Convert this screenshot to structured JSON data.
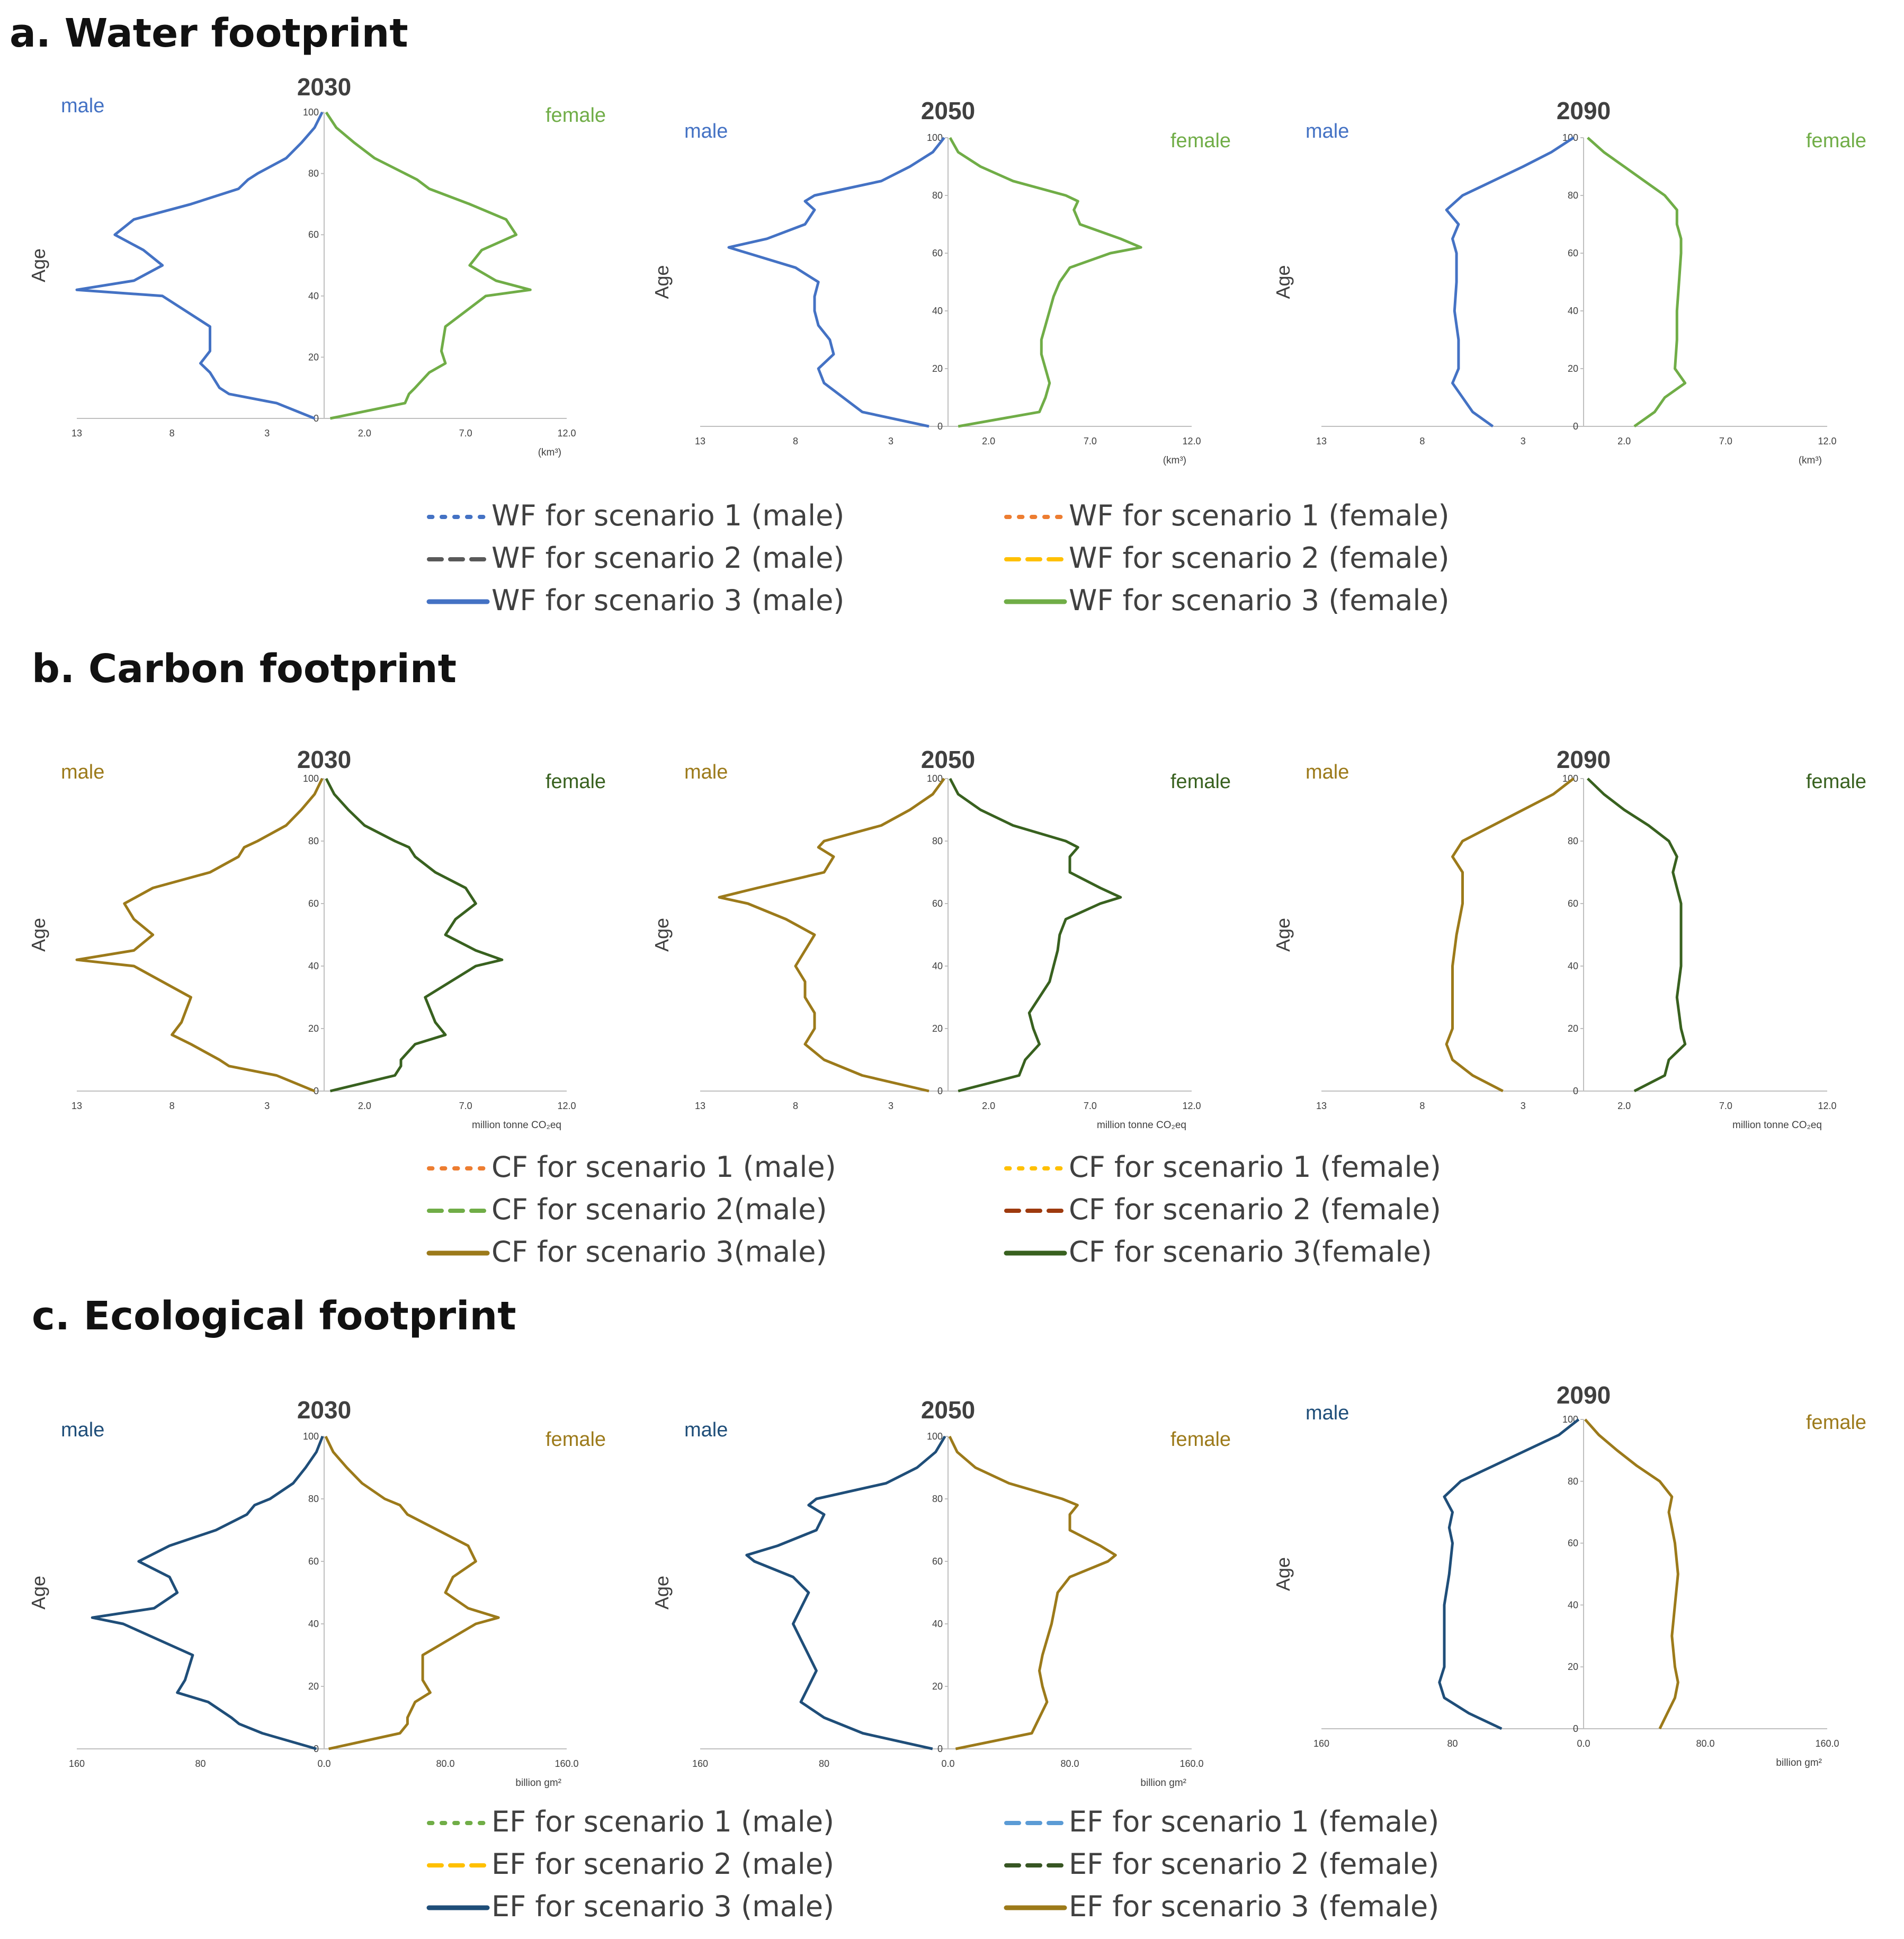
{
  "sections": [
    {
      "id": "water",
      "title": "a. Water footprint",
      "unit": "(km³)",
      "male_label": "male",
      "female_label": "female",
      "male_label_color": "#4472C4",
      "female_label_color": "#70AD47",
      "x_ticks_male": [
        "13",
        "8",
        "3"
      ],
      "x_ticks_female": [
        "2.0",
        "7.0",
        "12.0"
      ],
      "y_ticks": [
        "0",
        "20",
        "40",
        "60",
        "80",
        "100"
      ],
      "age_label": "Age",
      "legend": [
        {
          "label": "WF for scenario 1 (male)",
          "color": "#4472C4",
          "style": "dotted"
        },
        {
          "label": "WF for scenario 1 (female)",
          "color": "#ED7D31",
          "style": "dotted"
        },
        {
          "label": "WF for scenario 2 (male)",
          "color": "#595959",
          "style": "dashed"
        },
        {
          "label": "WF for scenario 2 (female)",
          "color": "#FFC000",
          "style": "dashed"
        },
        {
          "label": "WF for scenario 3 (male)",
          "color": "#4472C4",
          "style": "solid"
        },
        {
          "label": "WF for scenario 3 (female)",
          "color": "#70AD47",
          "style": "solid"
        }
      ]
    },
    {
      "id": "carbon",
      "title": "b. Carbon footprint",
      "unit": "million tonne CO₂eq",
      "male_label": "male",
      "female_label": "female",
      "male_label_color": "#9C7A1A",
      "female_label_color": "#38611F",
      "x_ticks_male": [
        "13",
        "8",
        "3"
      ],
      "x_ticks_female": [
        "2.0",
        "7.0",
        "12.0"
      ],
      "y_ticks": [
        "0",
        "20",
        "40",
        "60",
        "80",
        "100"
      ],
      "age_label": "Age",
      "legend": [
        {
          "label": "CF for scenario 1 (male)",
          "color": "#ED7D31",
          "style": "dotted"
        },
        {
          "label": "CF for scenario 1 (female)",
          "color": "#FFC000",
          "style": "dotted"
        },
        {
          "label": "CF for scenario 2(male)",
          "color": "#70AD47",
          "style": "dashed"
        },
        {
          "label": "CF for scenario 2 (female)",
          "color": "#9E3A0E",
          "style": "dashed"
        },
        {
          "label": "CF for scenario 3(male)",
          "color": "#9C7A1A",
          "style": "solid"
        },
        {
          "label": "CF for scenario 3(female)",
          "color": "#38611F",
          "style": "solid"
        }
      ]
    },
    {
      "id": "eco",
      "title": "c. Ecological footprint",
      "unit": "billion gm²",
      "male_label": "male",
      "female_label": "female",
      "male_label_color": "#1F4E79",
      "female_label_color": "#9C7A1A",
      "x_ticks_male": [
        "160",
        "80"
      ],
      "x_ticks_center": "0.0",
      "x_ticks_female": [
        "80.0",
        "160.0"
      ],
      "y_ticks": [
        "0",
        "20",
        "40",
        "60",
        "80",
        "100"
      ],
      "age_label": "Age",
      "legend": [
        {
          "label": "EF for scenario 1 (male)",
          "color": "#70AD47",
          "style": "dotted"
        },
        {
          "label": "EF for scenario 1 (female)",
          "color": "#5B9BD5",
          "style": "dashed"
        },
        {
          "label": "EF for scenario 2 (male)",
          "color": "#FFC000",
          "style": "dashed"
        },
        {
          "label": "EF for scenario 2 (female)",
          "color": "#375623",
          "style": "dashed"
        },
        {
          "label": "EF for scenario 3 (male)",
          "color": "#1F4E79",
          "style": "solid"
        },
        {
          "label": "EF for scenario 3 (female)",
          "color": "#9C7A1A",
          "style": "solid"
        }
      ]
    }
  ],
  "chart_data": [
    {
      "type": "line",
      "section": "water",
      "year": "2030",
      "title": "2030",
      "ylabel": "Age",
      "ylim": [
        0,
        100
      ],
      "xlim_male": [
        0,
        13
      ],
      "xlim_female": [
        0,
        12
      ],
      "age": [
        0,
        5,
        8,
        10,
        15,
        18,
        22,
        30,
        40,
        42,
        45,
        50,
        55,
        60,
        65,
        70,
        75,
        78,
        80,
        85,
        90,
        95,
        100
      ],
      "series": [
        {
          "name": "WF for scenario 3 (male)",
          "values": [
            0.5,
            2.5,
            5.0,
            5.5,
            6.0,
            6.5,
            6.0,
            6.0,
            8.5,
            13.0,
            10.0,
            8.5,
            9.5,
            11.0,
            10.0,
            7.0,
            4.5,
            4.0,
            3.5,
            2.0,
            1.2,
            0.5,
            0.1
          ]
        },
        {
          "name": "WF for scenario 3 (female)",
          "values": [
            0.3,
            4.0,
            4.2,
            4.5,
            5.2,
            6.0,
            5.8,
            6.0,
            8.0,
            10.2,
            8.5,
            7.2,
            7.8,
            9.5,
            9.0,
            7.2,
            5.2,
            4.6,
            4.0,
            2.5,
            1.5,
            0.6,
            0.1
          ]
        }
      ]
    },
    {
      "type": "line",
      "section": "water",
      "year": "2050",
      "title": "2050",
      "ylabel": "Age",
      "ylim": [
        0,
        100
      ],
      "xlim_male": [
        0,
        13
      ],
      "xlim_female": [
        0,
        12
      ],
      "age": [
        0,
        5,
        10,
        15,
        20,
        25,
        30,
        35,
        40,
        45,
        50,
        55,
        60,
        62,
        65,
        70,
        75,
        78,
        80,
        85,
        90,
        95,
        100
      ],
      "series": [
        {
          "name": "WF for scenario 3 (male)",
          "values": [
            1.0,
            4.5,
            5.5,
            6.5,
            6.8,
            6.0,
            6.2,
            6.8,
            7.0,
            7.0,
            6.8,
            8.0,
            10.5,
            11.5,
            9.5,
            7.5,
            7.0,
            7.5,
            7.0,
            3.5,
            2.0,
            0.8,
            0.2
          ]
        },
        {
          "name": "WF for scenario 3 (female)",
          "values": [
            0.5,
            4.5,
            4.8,
            5.0,
            4.8,
            4.6,
            4.6,
            4.8,
            5.0,
            5.2,
            5.5,
            6.0,
            8.0,
            9.5,
            8.5,
            6.5,
            6.2,
            6.4,
            5.8,
            3.2,
            1.6,
            0.5,
            0.1
          ]
        }
      ]
    },
    {
      "type": "line",
      "section": "water",
      "year": "2090",
      "title": "2090",
      "ylabel": "Age",
      "ylim": [
        0,
        100
      ],
      "xlim_male": [
        0,
        13
      ],
      "xlim_female": [
        0,
        12
      ],
      "age": [
        0,
        5,
        10,
        15,
        20,
        30,
        40,
        50,
        60,
        65,
        70,
        75,
        80,
        85,
        90,
        95,
        100
      ],
      "series": [
        {
          "name": "WF for scenario 3 (male)",
          "values": [
            4.5,
            5.5,
            6.0,
            6.5,
            6.2,
            6.2,
            6.4,
            6.3,
            6.3,
            6.5,
            6.2,
            6.8,
            6.0,
            4.5,
            3.0,
            1.6,
            0.5
          ]
        },
        {
          "name": "WF for scenario 3 (female)",
          "values": [
            2.5,
            3.5,
            4.0,
            5.0,
            4.5,
            4.6,
            4.6,
            4.7,
            4.8,
            4.8,
            4.6,
            4.6,
            4.0,
            3.0,
            2.0,
            1.0,
            0.2
          ]
        }
      ]
    },
    {
      "type": "line",
      "section": "carbon",
      "year": "2030",
      "title": "2030",
      "ylabel": "Age",
      "ylim": [
        0,
        100
      ],
      "xlim_male": [
        0,
        13
      ],
      "xlim_female": [
        0,
        12
      ],
      "age": [
        0,
        5,
        8,
        10,
        15,
        18,
        22,
        30,
        40,
        42,
        45,
        50,
        55,
        60,
        65,
        70,
        75,
        78,
        80,
        85,
        90,
        95,
        100
      ],
      "series": [
        {
          "name": "CF for scenario 3(male)",
          "values": [
            0.5,
            2.5,
            5.0,
            5.5,
            7.0,
            8.0,
            7.5,
            7.0,
            10.0,
            13.0,
            10.0,
            9.0,
            10.0,
            10.5,
            9.0,
            6.0,
            4.5,
            4.2,
            3.5,
            2.0,
            1.2,
            0.5,
            0.1
          ]
        },
        {
          "name": "CF for scenario 3(female)",
          "values": [
            0.3,
            3.5,
            3.8,
            3.8,
            4.5,
            6.0,
            5.5,
            5.0,
            7.5,
            8.8,
            7.5,
            6.0,
            6.5,
            7.5,
            7.0,
            5.5,
            4.5,
            4.2,
            3.5,
            2.0,
            1.2,
            0.5,
            0.1
          ]
        }
      ]
    },
    {
      "type": "line",
      "section": "carbon",
      "year": "2050",
      "title": "2050",
      "ylabel": "Age",
      "ylim": [
        0,
        100
      ],
      "xlim_male": [
        0,
        13
      ],
      "xlim_female": [
        0,
        12
      ],
      "age": [
        0,
        5,
        10,
        15,
        20,
        25,
        30,
        35,
        40,
        45,
        50,
        55,
        60,
        62,
        65,
        70,
        75,
        78,
        80,
        85,
        90,
        95,
        100
      ],
      "series": [
        {
          "name": "CF for scenario 3(male)",
          "values": [
            1.0,
            4.5,
            6.5,
            7.5,
            7.0,
            7.0,
            7.5,
            7.5,
            8.0,
            7.5,
            7.0,
            8.5,
            10.5,
            12.0,
            10.0,
            6.5,
            6.0,
            6.8,
            6.5,
            3.5,
            2.0,
            0.8,
            0.2
          ]
        },
        {
          "name": "CF for scenario 3(female)",
          "values": [
            0.5,
            3.5,
            3.8,
            4.5,
            4.2,
            4.0,
            4.5,
            5.0,
            5.2,
            5.4,
            5.5,
            5.8,
            7.5,
            8.5,
            7.5,
            6.0,
            6.0,
            6.4,
            5.8,
            3.2,
            1.6,
            0.5,
            0.1
          ]
        }
      ]
    },
    {
      "type": "line",
      "section": "carbon",
      "year": "2090",
      "title": "2090",
      "ylabel": "Age",
      "ylim": [
        0,
        100
      ],
      "xlim_male": [
        0,
        13
      ],
      "xlim_female": [
        0,
        12
      ],
      "age": [
        0,
        5,
        10,
        15,
        20,
        30,
        40,
        50,
        60,
        65,
        70,
        75,
        80,
        85,
        90,
        95,
        100
      ],
      "series": [
        {
          "name": "CF for scenario 3(male)",
          "values": [
            4.0,
            5.5,
            6.5,
            6.8,
            6.5,
            6.5,
            6.5,
            6.3,
            6.0,
            6.0,
            6.0,
            6.5,
            6.0,
            4.5,
            3.0,
            1.5,
            0.5
          ]
        },
        {
          "name": "CF for scenario 3(female)",
          "values": [
            2.5,
            4.0,
            4.2,
            5.0,
            4.8,
            4.6,
            4.8,
            4.8,
            4.8,
            4.6,
            4.4,
            4.6,
            4.2,
            3.2,
            2.0,
            1.0,
            0.2
          ]
        }
      ]
    },
    {
      "type": "line",
      "section": "eco",
      "year": "2030",
      "title": "2030",
      "ylabel": "Age",
      "ylim": [
        0,
        100
      ],
      "xlim_male": [
        0,
        160
      ],
      "xlim_female": [
        0,
        160
      ],
      "age": [
        0,
        5,
        8,
        10,
        15,
        18,
        22,
        30,
        40,
        42,
        45,
        50,
        55,
        60,
        65,
        70,
        75,
        78,
        80,
        85,
        90,
        95,
        100
      ],
      "series": [
        {
          "name": "EF for scenario 3 (male)",
          "values": [
            5,
            40,
            55,
            60,
            75,
            95,
            90,
            85,
            130,
            150,
            110,
            95,
            100,
            120,
            100,
            70,
            50,
            45,
            35,
            20,
            12,
            5,
            1
          ]
        },
        {
          "name": "EF for scenario 3 (female)",
          "values": [
            3,
            50,
            55,
            55,
            60,
            70,
            65,
            65,
            100,
            115,
            95,
            80,
            85,
            100,
            95,
            75,
            55,
            50,
            40,
            25,
            15,
            6,
            1
          ]
        }
      ]
    },
    {
      "type": "line",
      "section": "eco",
      "year": "2050",
      "title": "2050",
      "ylabel": "Age",
      "ylim": [
        0,
        100
      ],
      "xlim_male": [
        0,
        160
      ],
      "xlim_female": [
        0,
        160
      ],
      "age": [
        0,
        5,
        10,
        15,
        20,
        25,
        30,
        35,
        40,
        45,
        50,
        55,
        60,
        62,
        65,
        70,
        75,
        78,
        80,
        85,
        90,
        95,
        100
      ],
      "series": [
        {
          "name": "EF for scenario 3 (male)",
          "values": [
            10,
            55,
            80,
            95,
            90,
            85,
            90,
            95,
            100,
            95,
            90,
            100,
            125,
            130,
            110,
            85,
            80,
            90,
            85,
            40,
            20,
            8,
            2
          ]
        },
        {
          "name": "EF for scenario 3 (female)",
          "values": [
            5,
            55,
            60,
            65,
            62,
            60,
            62,
            65,
            68,
            70,
            72,
            80,
            105,
            110,
            100,
            80,
            80,
            85,
            75,
            40,
            18,
            6,
            1
          ]
        }
      ]
    },
    {
      "type": "line",
      "section": "eco",
      "year": "2090",
      "title": "2090",
      "ylabel": "Age",
      "ylim": [
        0,
        100
      ],
      "xlim_male": [
        0,
        160
      ],
      "xlim_female": [
        0,
        160
      ],
      "age": [
        0,
        5,
        10,
        15,
        20,
        30,
        40,
        50,
        60,
        65,
        70,
        75,
        80,
        85,
        90,
        95,
        100
      ],
      "series": [
        {
          "name": "EF for scenario 3 (male)",
          "values": [
            50,
            70,
            85,
            88,
            85,
            85,
            85,
            82,
            80,
            82,
            80,
            85,
            75,
            55,
            35,
            15,
            3
          ]
        },
        {
          "name": "EF for scenario 3 (female)",
          "values": [
            50,
            55,
            60,
            62,
            60,
            58,
            60,
            62,
            60,
            58,
            56,
            58,
            50,
            35,
            22,
            10,
            1
          ]
        }
      ]
    }
  ]
}
